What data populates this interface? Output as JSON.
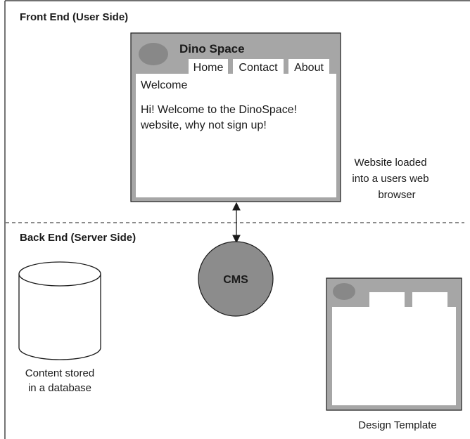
{
  "front_end": {
    "heading": "Front End (User Side)",
    "browser": {
      "site_title": "Dino Space",
      "nav": [
        "Home",
        "Contact",
        "About"
      ],
      "page_heading": "Welcome",
      "body_lines": [
        "Hi! Welcome to the DinoSpace!",
        "website, why not sign up!"
      ]
    },
    "caption_lines": [
      "Website loaded",
      "into a users web",
      "browser"
    ]
  },
  "back_end": {
    "heading": "Back End (Server Side)",
    "cms_label": "CMS",
    "database_caption_lines": [
      "Content stored",
      "in a database"
    ],
    "template_caption": "Design Template"
  },
  "colors": {
    "frame_gray": "#a6a6a6",
    "logo_gray": "#888888",
    "cms_gray": "#8c8c8c",
    "line": "#1a1a1a"
  }
}
